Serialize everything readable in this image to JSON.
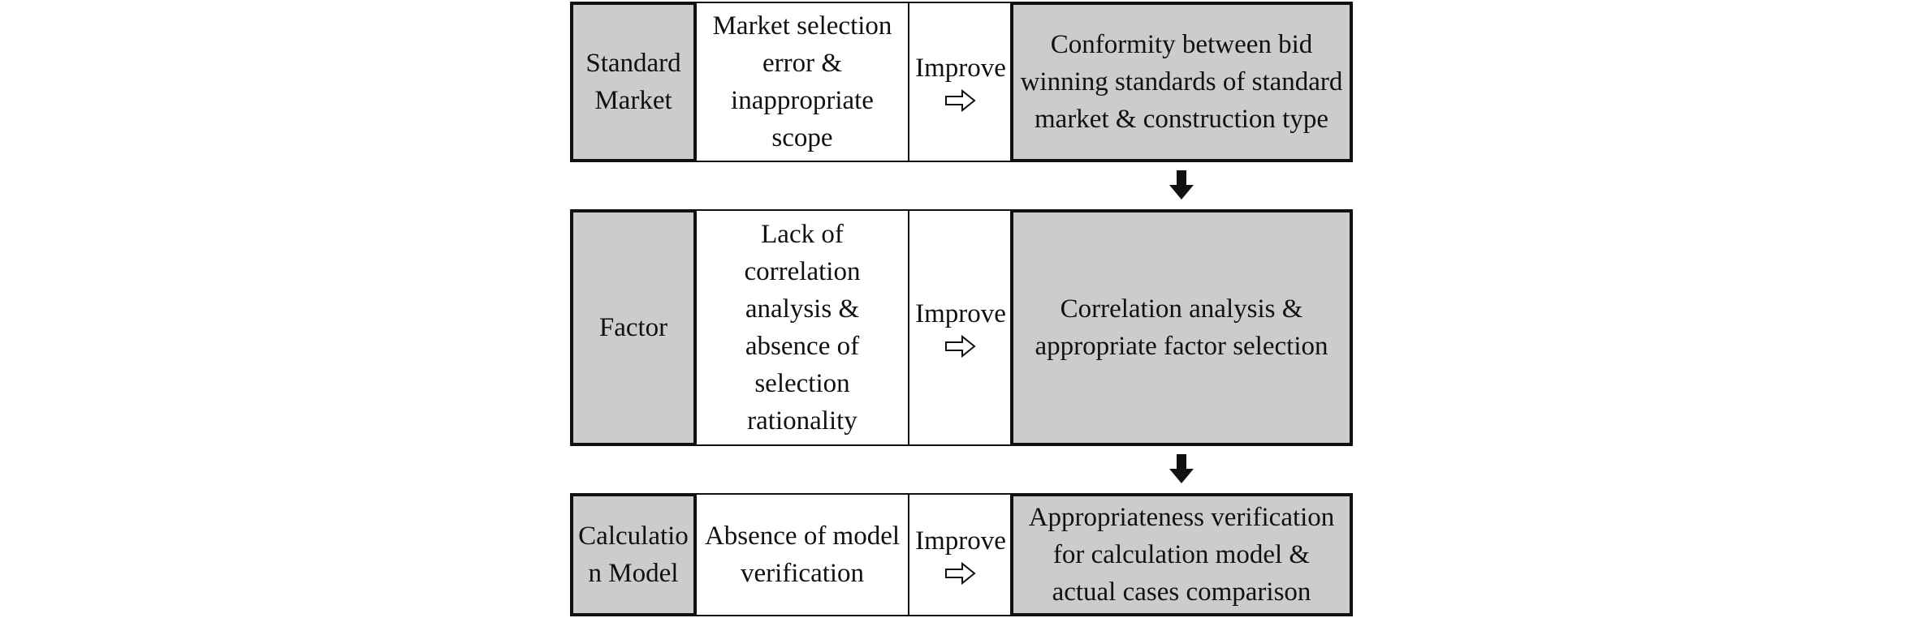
{
  "rows": [
    {
      "category": "Standard Market",
      "problem": "Market selection error & inappropriate scope",
      "action": "Improve",
      "result": "Conformity between bid winning standards of standard market & construction type"
    },
    {
      "category": "Factor",
      "problem": "Lack of correlation analysis & absence of selection rationality",
      "action": "Improve",
      "result": "Correlation analysis & appropriate factor selection"
    },
    {
      "category": "Calculation Model",
      "problem": "Absence of model verification",
      "action": "Improve",
      "result": "Appropriateness verification for calculation model & actual cases comparison"
    }
  ],
  "icons": {
    "improve_arrow": "hollow-right-arrow-icon",
    "flow_arrow": "bold-down-arrow-icon"
  },
  "colors": {
    "shaded_fill": "#cccccc",
    "border": "#111111",
    "background": "#ffffff"
  }
}
